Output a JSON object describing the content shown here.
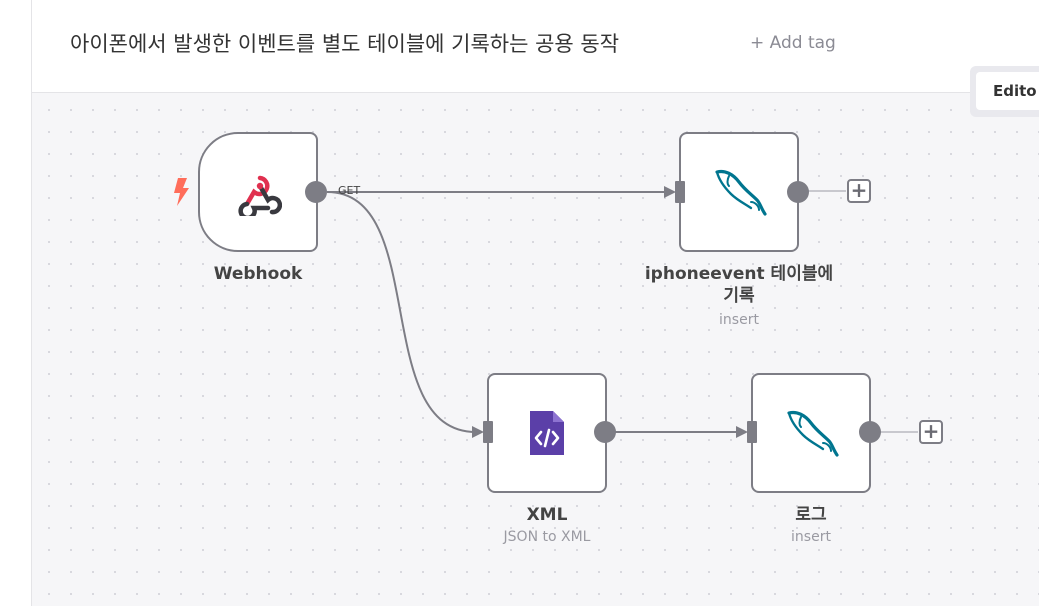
{
  "header": {
    "title": "아이폰에서 발생한 이벤트를 별도 테이블에 기록하는 공용 동작",
    "add_tag": "+ Add tag"
  },
  "editor_toggle": {
    "label": "Edito"
  },
  "connection_labels": {
    "webhook_method": "GET"
  },
  "nodes": {
    "webhook": {
      "title": "Webhook"
    },
    "iphoneevent": {
      "title_line1": "iphoneevent 테이블에",
      "title_line2": "기록",
      "subtitle": "insert"
    },
    "xml": {
      "title": "XML",
      "subtitle": "JSON to XML"
    },
    "log": {
      "title": "로그",
      "subtitle": "insert"
    }
  },
  "add_buttons": {
    "symbol": "+"
  },
  "colors": {
    "trigger_bolt": "#ff6d5a",
    "webhook_red": "#e0304f",
    "webhook_dark": "#39393f",
    "mysql": "#00758f",
    "xml_purple": "#5b3fa8",
    "edge": "#7d7d85"
  },
  "icons": {
    "trigger": "lightning-bolt-icon",
    "webhook": "webhook-icon",
    "mysql": "mysql-dolphin-icon",
    "xml": "code-file-icon"
  }
}
